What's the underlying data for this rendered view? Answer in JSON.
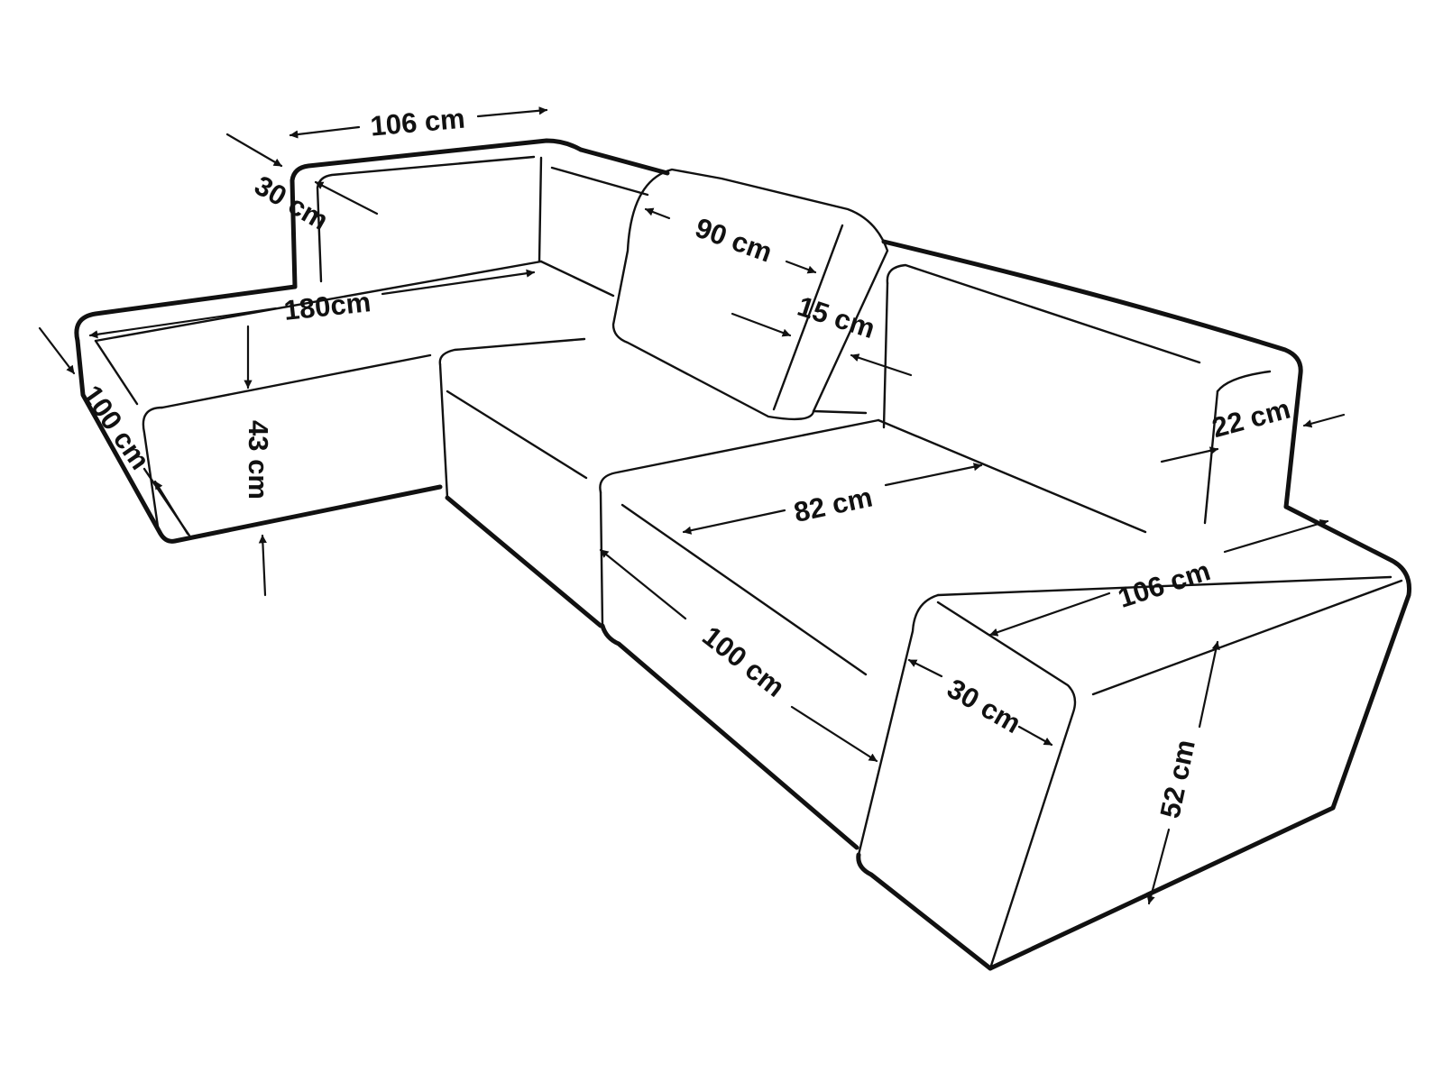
{
  "dimensions": {
    "armrest_left_length": "106 cm",
    "armrest_left_width": "30 cm",
    "chaise_length": "180cm",
    "chaise_depth": "100 cm",
    "seat_height": "43 cm",
    "cushion_width": "90 cm",
    "cushion_thickness": "15 cm",
    "backrest_depth": "22 cm",
    "seat_width": "82 cm",
    "seat_depth": "100 cm",
    "armrest_right_length": "106 cm",
    "armrest_right_width": "30 cm",
    "armrest_height": "52 cm"
  },
  "colors": {
    "line": "#111111",
    "background": "#ffffff"
  }
}
